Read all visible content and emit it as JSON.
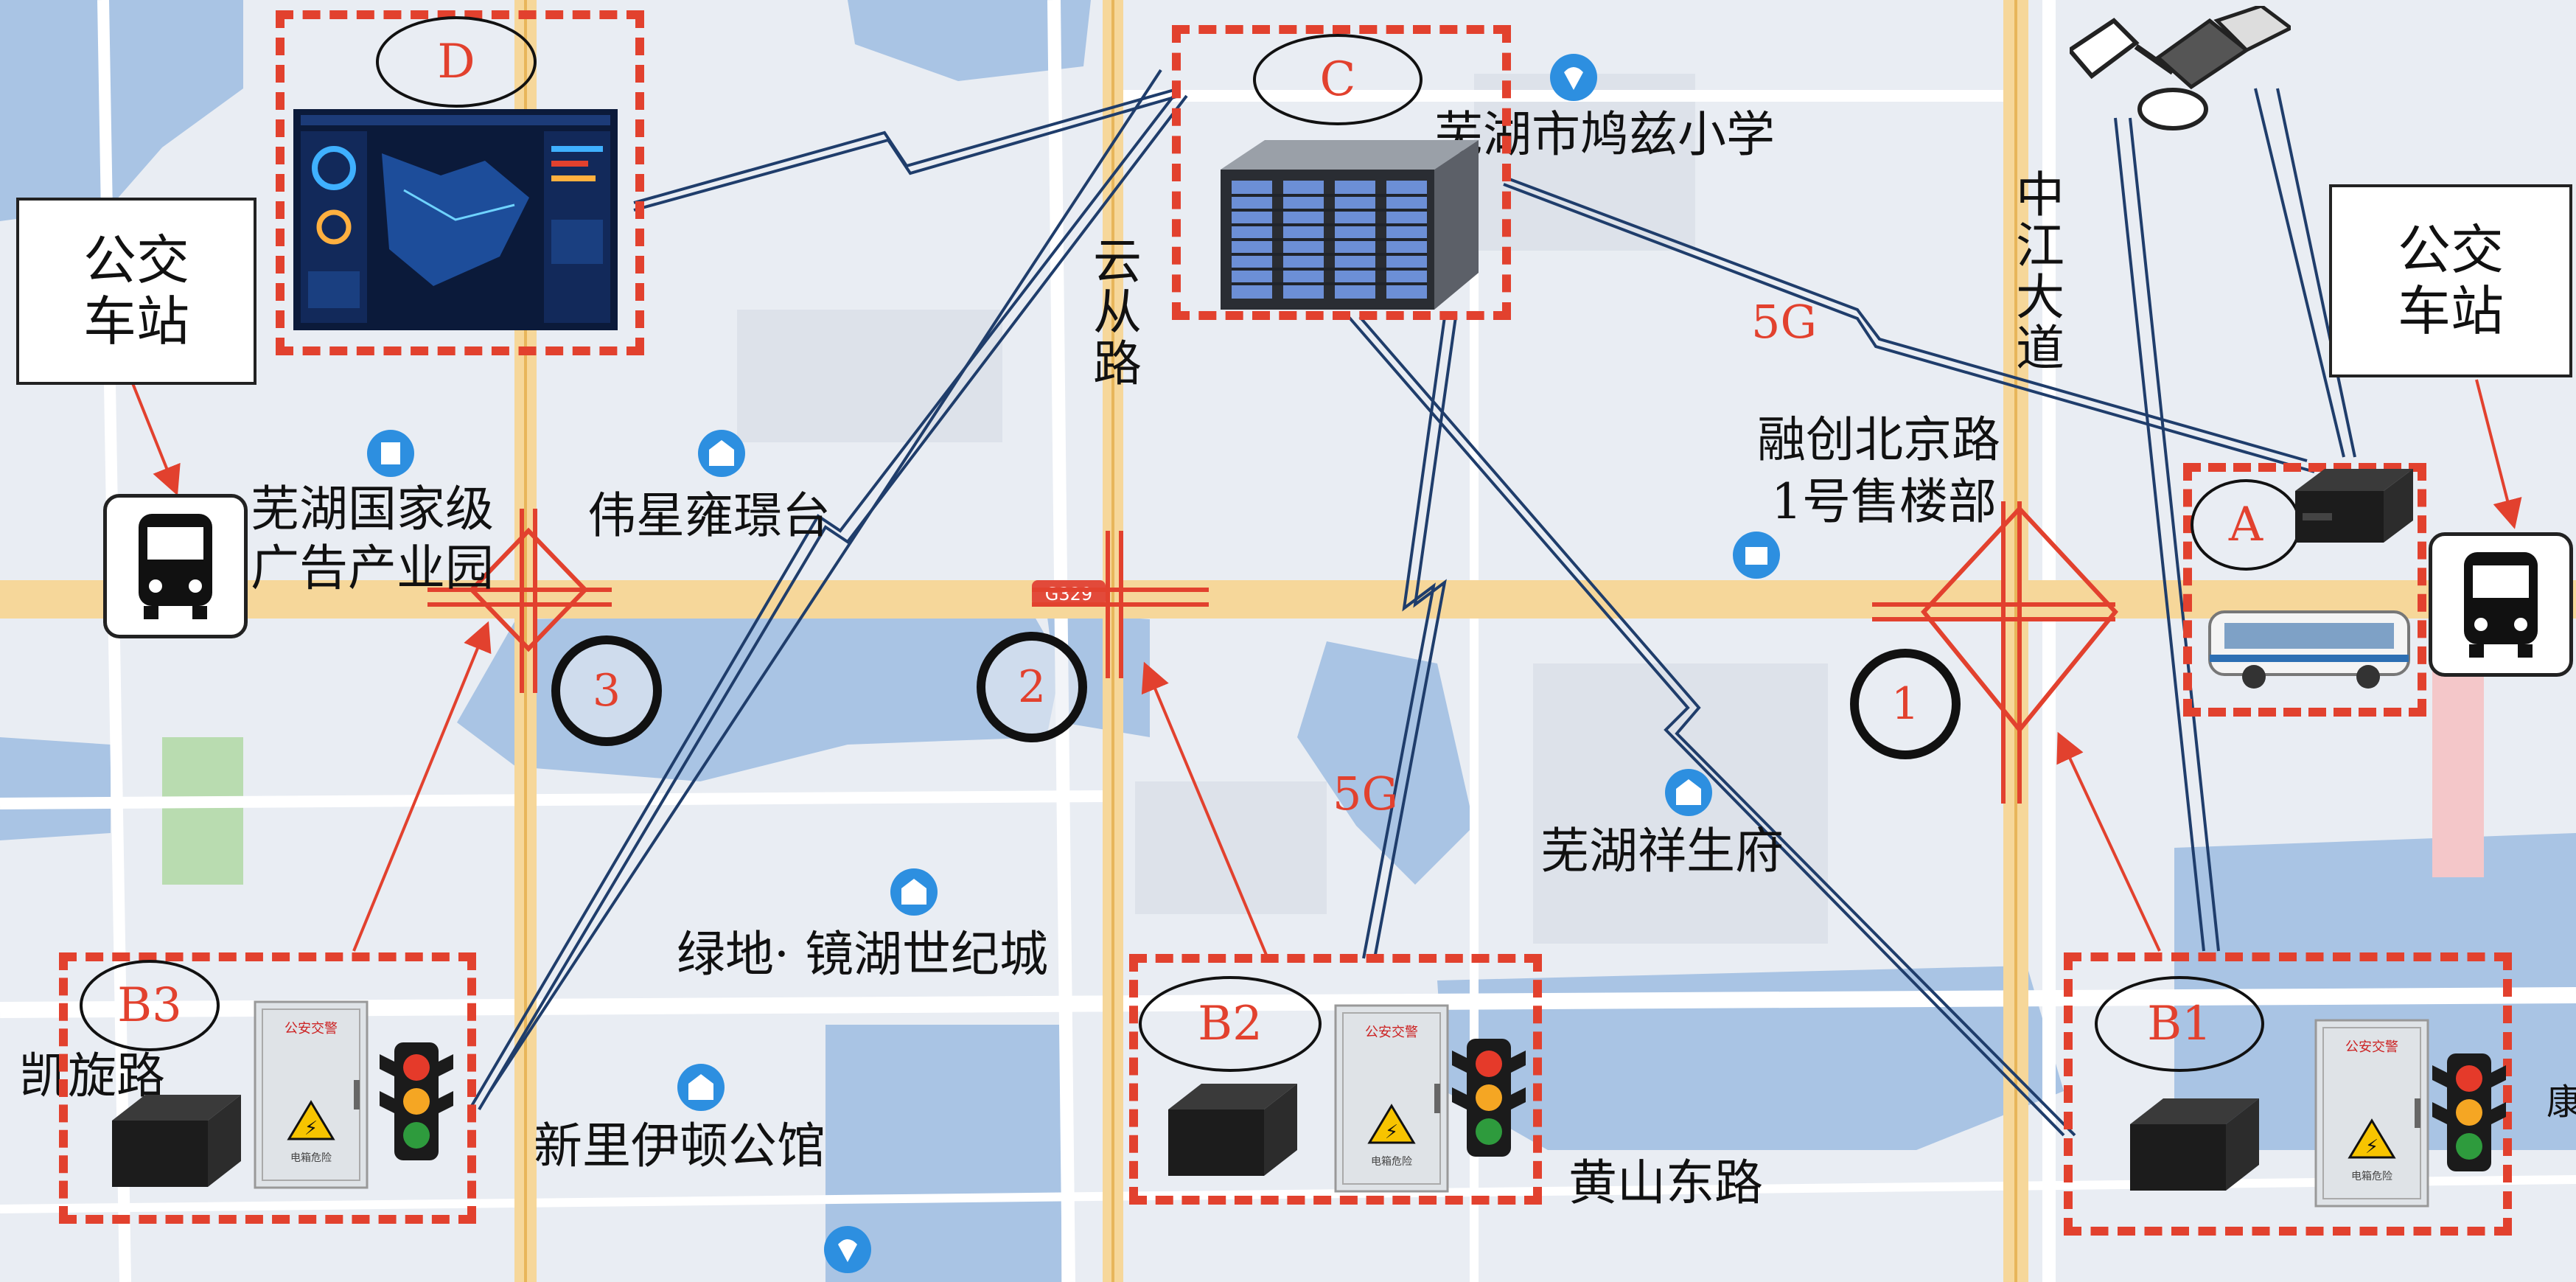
{
  "map_labels": {
    "yuncong_road": "云从路",
    "zhongjiang_avenue": "中江大道",
    "school": "芜湖市鸠兹小学",
    "rongchuang": "融创北京路",
    "rongchuang_2": "1号售楼部",
    "ad_park_1": "芜湖国家级",
    "ad_park_2": "广告产业园",
    "weixing": "伟星雍璟台",
    "xiangsheng": "芜湖祥生府",
    "lvdi": "绿地· 镜湖世纪城",
    "kaixuan": "凯旋路",
    "xinli": "新里伊顿公馆",
    "huangshan": "黄山东路",
    "kang": "康",
    "g329": "G329"
  },
  "network_labels": {
    "fiveg_top": "5G",
    "fiveg_mid": "5G"
  },
  "nodes": {
    "A": "A",
    "B1": "B1",
    "B2": "B2",
    "B3": "B3",
    "C": "C",
    "D": "D"
  },
  "intersections": [
    "1",
    "2",
    "3"
  ],
  "bus_station": {
    "left_line1": "公交",
    "left_line2": "车站",
    "right_line1": "公交",
    "right_line2": "车站"
  },
  "cabinet_text": {
    "title": "公安交警",
    "sub": "电箱危险"
  },
  "colors": {
    "accent_red": "#e2412e",
    "link_blue": "#1f3d6b",
    "road_yellow": "#f6d79a",
    "water_blue": "#a9c4e4",
    "map_bg": "#e9edf3"
  }
}
